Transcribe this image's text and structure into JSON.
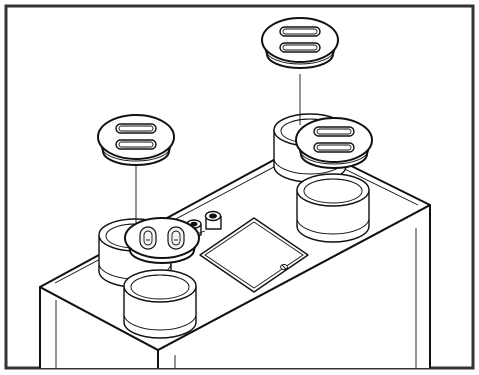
{
  "figure": {
    "icons": [
      "frame-border",
      "unit-housing",
      "spigot",
      "grommet-cap-two-slots",
      "grommet-cap-two-round-holes",
      "cable-gland",
      "service-cover-panel",
      "leader-line"
    ],
    "line_color": "#111111",
    "background": "#ffffff",
    "border_color": "#333333"
  }
}
